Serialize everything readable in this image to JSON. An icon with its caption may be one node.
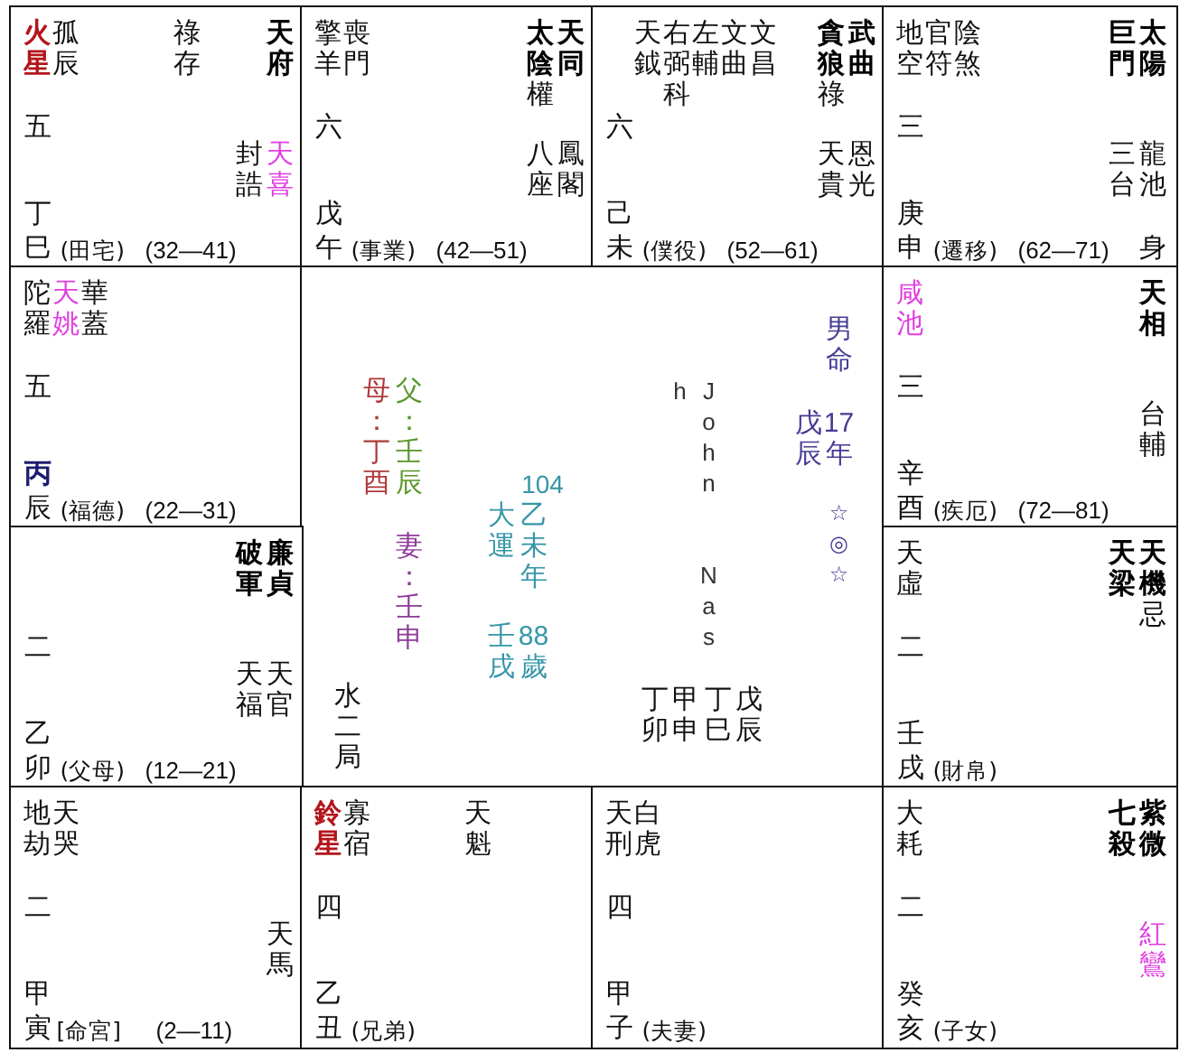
{
  "diagram": {
    "nodes": [
      {
        "text": [
          "火星",
          "孤辰",
          "祿存",
          "天府",
          "五",
          "封誥",
          "天喜",
          "丁",
          "巳",
          "(田宅)",
          "(32—41)"
        ]
      },
      {
        "text": [
          "擎羊",
          "喪門",
          "太陰",
          "天同",
          "權",
          "六",
          "八座",
          "鳳閣",
          "戊",
          "午",
          "(事業)",
          "(42—51)"
        ]
      },
      {
        "text": [
          "天鉞",
          "右弼",
          "左輔",
          "文曲",
          "文昌",
          "貪狼",
          "武曲",
          "科",
          "祿",
          "六",
          "天貴",
          "恩光",
          "己",
          "未",
          "(僕役)",
          "(52—61)"
        ]
      },
      {
        "text": [
          "地空",
          "官符",
          "陰煞",
          "巨門",
          "太陽",
          "三",
          "三台",
          "龍池",
          "庚",
          "申",
          "(遷移)",
          "(62—71)",
          "身"
        ]
      },
      {
        "text": [
          "陀羅",
          "天姚",
          "華蓋",
          "五",
          "丙",
          "辰",
          "(福德)",
          "(22—31)"
        ]
      },
      {
        "text": [
          "男命",
          "母：丁酉",
          "父：壬辰",
          "h",
          "J o h n N a s",
          "戊辰",
          "17年",
          "104",
          "大運",
          "乙未年",
          "☆◎☆",
          "妻：壬申",
          "壬戌",
          "88歲",
          "水二局",
          "丁卯",
          "甲申",
          "丁巳",
          "戊辰"
        ]
      },
      {
        "text": [
          "咸池",
          "天相",
          "三",
          "台輔",
          "辛",
          "酉",
          "(疾厄)",
          "(72—81)"
        ]
      },
      {
        "text": [
          "破軍",
          "廉貞",
          "二",
          "天福",
          "天官",
          "乙",
          "卯",
          "(父母)",
          "(12—21)"
        ]
      },
      {
        "text": [
          "天虛",
          "天梁",
          "天機",
          "忌",
          "二",
          "壬",
          "戌",
          "(財帛)"
        ]
      },
      {
        "text": [
          "地劫",
          "天哭",
          "二",
          "天馬",
          "甲",
          "寅",
          "[命宮]",
          "(2—11)"
        ]
      },
      {
        "text": [
          "鈴星",
          "寡宿",
          "天魁",
          "四",
          "乙",
          "丑",
          "(兄弟)"
        ]
      },
      {
        "text": [
          "天刑",
          "白虎",
          "四",
          "甲",
          "子",
          "(夫妻)"
        ]
      },
      {
        "text": [
          "大耗",
          "七殺",
          "紫微",
          "二",
          "紅鸞",
          "癸",
          "亥",
          "(子女)"
        ]
      }
    ]
  }
}
